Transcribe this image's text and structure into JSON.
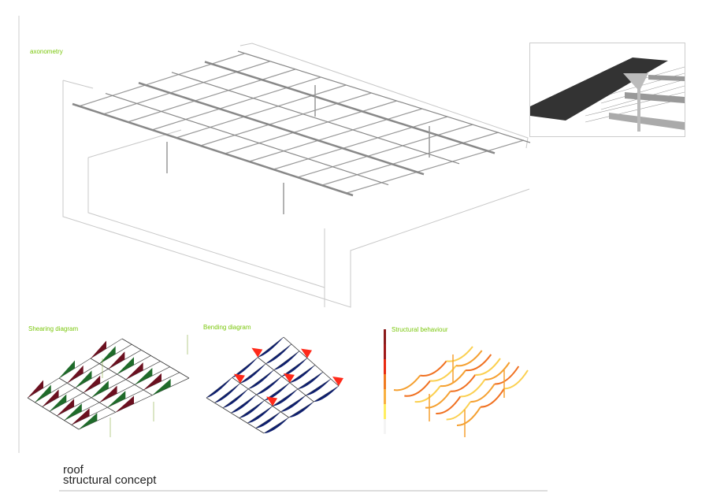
{
  "labels": {
    "axonometry": "axonometry",
    "shearing": "Shearing diagram",
    "bending": "Bending diagram",
    "behaviour": "Structural behaviour"
  },
  "title": {
    "line1": "roof",
    "line2": "structural concept"
  },
  "colors": {
    "label": "#7ac70c",
    "shear_pos": "#6b1020",
    "shear_neg": "#1f6b2a",
    "moment": "#0e1f6e",
    "moment_neg": "#ff2a1a"
  }
}
